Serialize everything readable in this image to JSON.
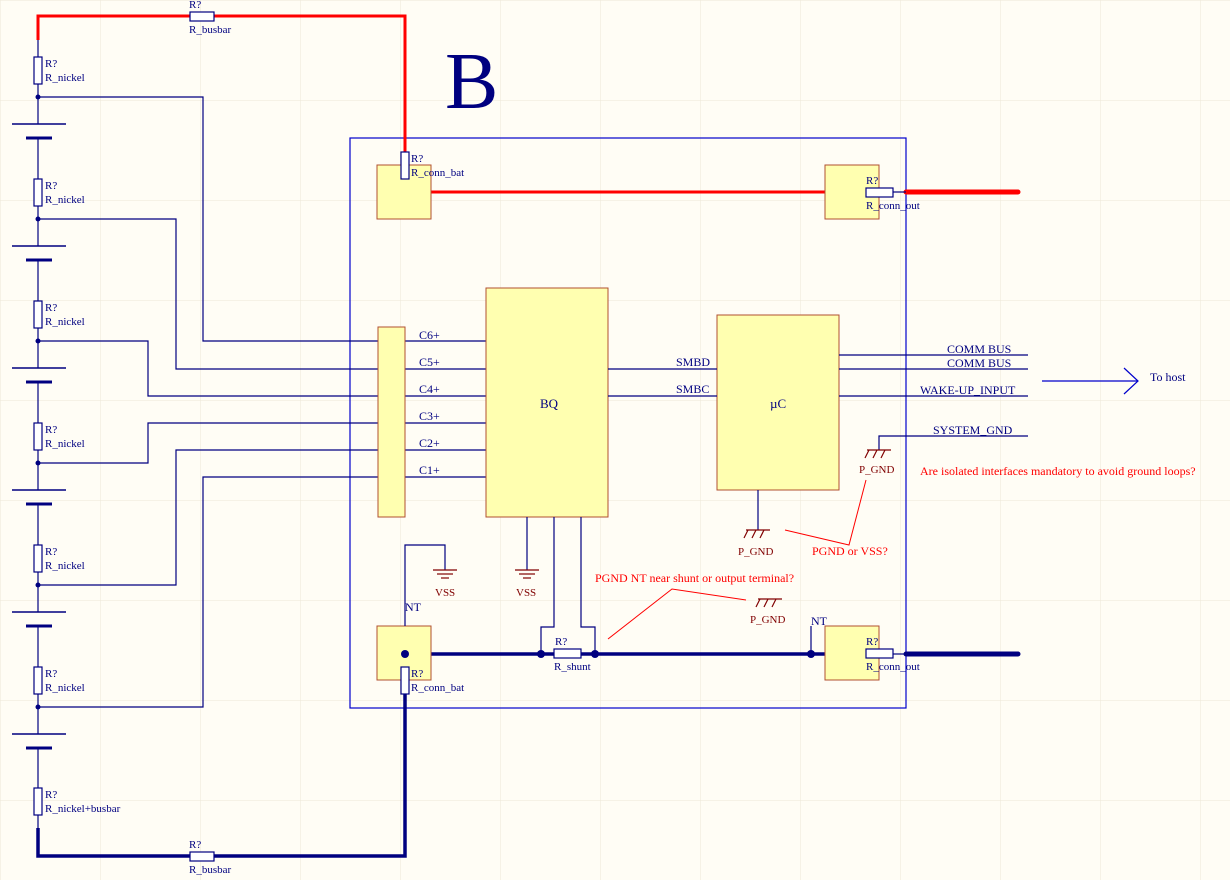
{
  "sheet_letter": "B",
  "top_busbar": {
    "designator": "R?",
    "name": "R_busbar"
  },
  "bottom_busbar": {
    "designator": "R?",
    "name": "R_busbar"
  },
  "cell_resistors": [
    {
      "designator": "R?",
      "name": "R_nickel"
    },
    {
      "designator": "R?",
      "name": "R_nickel"
    },
    {
      "designator": "R?",
      "name": "R_nickel"
    },
    {
      "designator": "R?",
      "name": "R_nickel"
    },
    {
      "designator": "R?",
      "name": "R_nickel"
    },
    {
      "designator": "R?",
      "name": "R_nickel"
    },
    {
      "designator": "R?",
      "name": "R_nickel+busbar"
    }
  ],
  "connectors": {
    "bat_top": {
      "designator": "R?",
      "name": "R_conn_bat"
    },
    "out_top": {
      "designator": "R?",
      "name": "R_conn_out"
    },
    "bat_bottom": {
      "designator": "R?",
      "name": "R_conn_bat"
    },
    "out_bottom": {
      "designator": "R?",
      "name": "R_conn_out"
    },
    "shunt": {
      "designator": "R?",
      "name": "R_shunt"
    }
  },
  "bq": {
    "label": "BQ",
    "pins": [
      "C6+",
      "C5+",
      "C4+",
      "C3+",
      "C2+",
      "C1+"
    ]
  },
  "uc": {
    "label": "µC",
    "pins": [
      "SMBD",
      "SMBC"
    ]
  },
  "nets": {
    "comm1": "COMM BUS",
    "comm2": "COMM BUS",
    "wake": "WAKE-UP_INPUT",
    "sys_gnd": "SYSTEM_GND",
    "to_host": "To host",
    "nt_left": "NT",
    "nt_right": "NT"
  },
  "power_ports": {
    "vss1": "VSS",
    "vss2": "VSS",
    "pgnd_uc": "P_GND",
    "pgnd_sys": "P_GND",
    "pgnd_mid": "P_GND"
  },
  "notes": {
    "isolated": "Are isolated interfaces mandatory to avoid ground loops?",
    "pgnd_vss": "PGND or VSS?",
    "pgnd_nt": "PGND NT near shunt or output terminal?"
  },
  "colors": {
    "wire": "#000080",
    "positive_wire": "#ff0000",
    "ground_symbol": "#800000",
    "note_text": "#ff0000",
    "component_fill": "#ffffb0",
    "component_stroke": "#b05030"
  }
}
